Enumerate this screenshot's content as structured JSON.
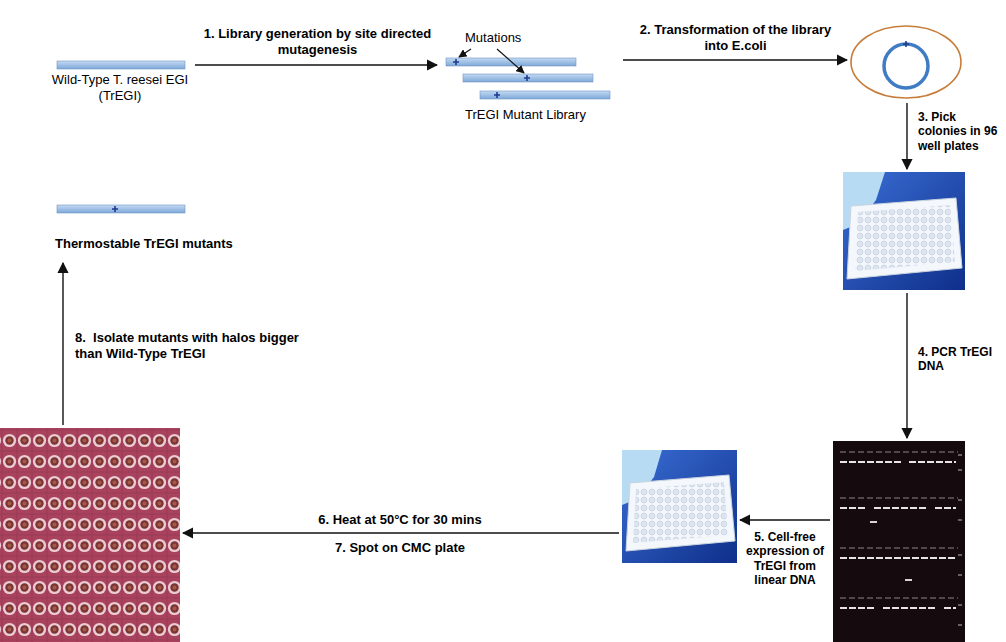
{
  "diagram": {
    "nodes": [
      {
        "text": [
          "Wild-Type T. reesei EGI (TrEGI)"
        ]
      },
      {
        "text": [
          "Mutations",
          "TrEGI Mutant Library"
        ]
      },
      {
        "text": []
      },
      {
        "text": []
      },
      {
        "text": []
      },
      {
        "text": []
      },
      {
        "text": []
      },
      {
        "text": [
          "Thermostable TrEGI mutants"
        ]
      }
    ],
    "edges": [
      {
        "from": 0,
        "to": 1,
        "arrow": "to",
        "label": "1. Library generation by site directed mutagenesis"
      },
      {
        "from": 1,
        "to": 2,
        "arrow": "to",
        "label": "2. Transformation of the library into E.coli"
      },
      {
        "from": 2,
        "to": 3,
        "arrow": "to",
        "label": "3. Pick colonies in 96 well plates"
      },
      {
        "from": 3,
        "to": 4,
        "arrow": "to",
        "label": "4. PCR TrEGI DNA"
      },
      {
        "from": 4,
        "to": 5,
        "arrow": "to",
        "label": "5. Cell-free expression of TrEGI from linear DNA"
      },
      {
        "from": 5,
        "to": 6,
        "arrow": "to",
        "label": "6. Heat at 50°C for 30 mins"
      },
      {
        "from": 6,
        "to": 7,
        "arrow": "to",
        "label": "8.  Isolate mutants with halos bigger than Wild-Type TrEGI"
      }
    ],
    "labels": [
      "7. Spot on CMC plate"
    ]
  }
}
